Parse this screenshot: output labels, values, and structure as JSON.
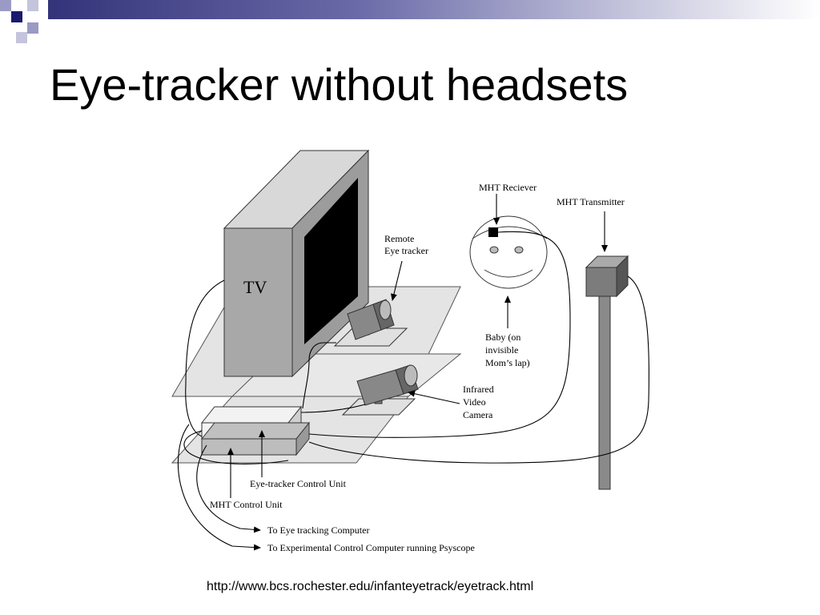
{
  "slide": {
    "title": "Eye-tracker without headsets",
    "source_url": "http://www.bcs.rochester.edu/infanteyetrack/eyetrack.html"
  },
  "colors": {
    "accent_dark": "#1a1a6e",
    "accent_mid": "#6a6aa8",
    "accent_light": "#c4c4dc"
  },
  "diagram": {
    "tv_label": "TV",
    "remote_eye_tracker": [
      "Remote",
      "Eye tracker"
    ],
    "mht_receiver": "MHT Reciever",
    "mht_transmitter": "MHT Transmitter",
    "baby": [
      "Baby (on",
      "invisible",
      "Mom’s lap)"
    ],
    "infrared_camera": [
      "Infrared",
      "Video",
      "Camera"
    ],
    "eye_tracker_control_unit": "Eye-tracker Control Unit",
    "mht_control_unit": "MHT Control Unit",
    "to_eye_tracking_computer": "To Eye tracking Computer",
    "to_experimental_computer": "To Experimental Control Computer running Psyscope"
  }
}
